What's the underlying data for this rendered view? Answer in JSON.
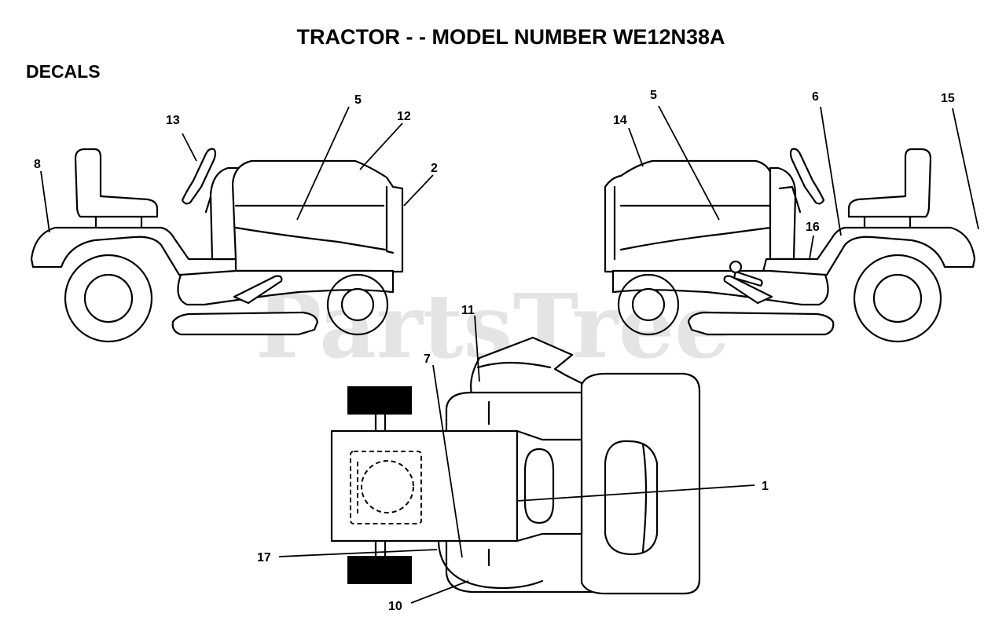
{
  "title": "TRACTOR - - MODEL NUMBER WE12N38A",
  "section_label": "DECALS",
  "watermark": "PartsTree",
  "callouts": {
    "c1": "1",
    "c2": "2",
    "c5_left": "5",
    "c5_right": "5",
    "c6": "6",
    "c7": "7",
    "c8": "8",
    "c10": "10",
    "c11": "11",
    "c12": "12",
    "c13": "13",
    "c14": "14",
    "c15": "15",
    "c16": "16",
    "c17": "17"
  }
}
